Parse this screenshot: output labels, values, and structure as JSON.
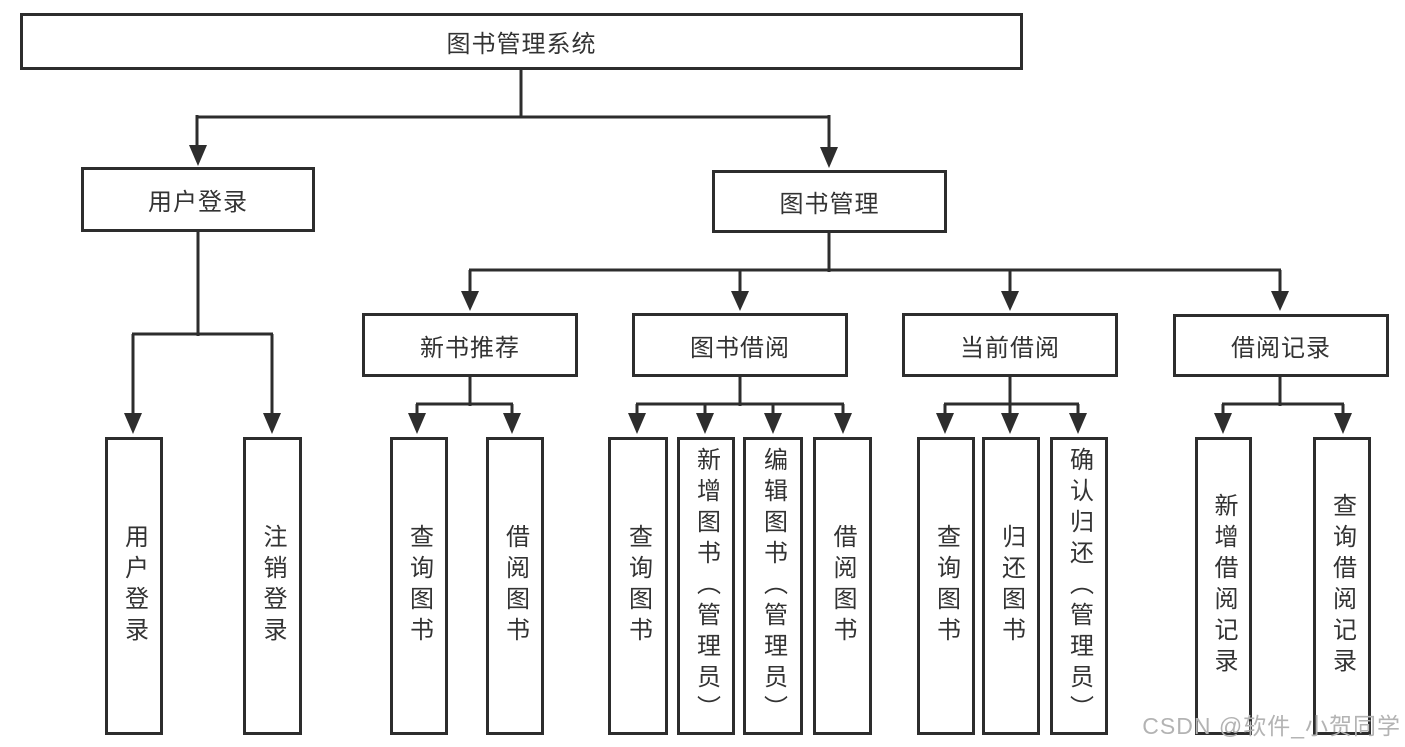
{
  "diagram_type": "hierarchy-tree",
  "tree": {
    "root": {
      "label": "图书管理系统"
    },
    "branches": [
      {
        "label": "用户登录",
        "children": [
          {
            "label": "用户登录"
          },
          {
            "label": "注销登录"
          }
        ]
      },
      {
        "label": "图书管理",
        "children": [
          {
            "label": "新书推荐",
            "children": [
              {
                "label": "查询图书"
              },
              {
                "label": "借阅图书"
              }
            ]
          },
          {
            "label": "图书借阅",
            "children": [
              {
                "label": "查询图书"
              },
              {
                "label": "新增图书（管理员）"
              },
              {
                "label": "编辑图书（管理员）"
              },
              {
                "label": "借阅图书"
              }
            ]
          },
          {
            "label": "当前借阅",
            "children": [
              {
                "label": "查询图书"
              },
              {
                "label": "归还图书"
              },
              {
                "label": "确认归还（管理员）"
              }
            ]
          },
          {
            "label": "借阅记录",
            "children": [
              {
                "label": "新增借阅记录"
              },
              {
                "label": "查询借阅记录"
              }
            ]
          }
        ]
      }
    ]
  },
  "watermark": {
    "text": "CSDN @软件_小贺同学"
  },
  "colors": {
    "line": "#2d2d2d",
    "box_border": "#2d2d2d",
    "text": "#333333",
    "watermark": "#b3b3b3",
    "background": "#ffffff"
  }
}
